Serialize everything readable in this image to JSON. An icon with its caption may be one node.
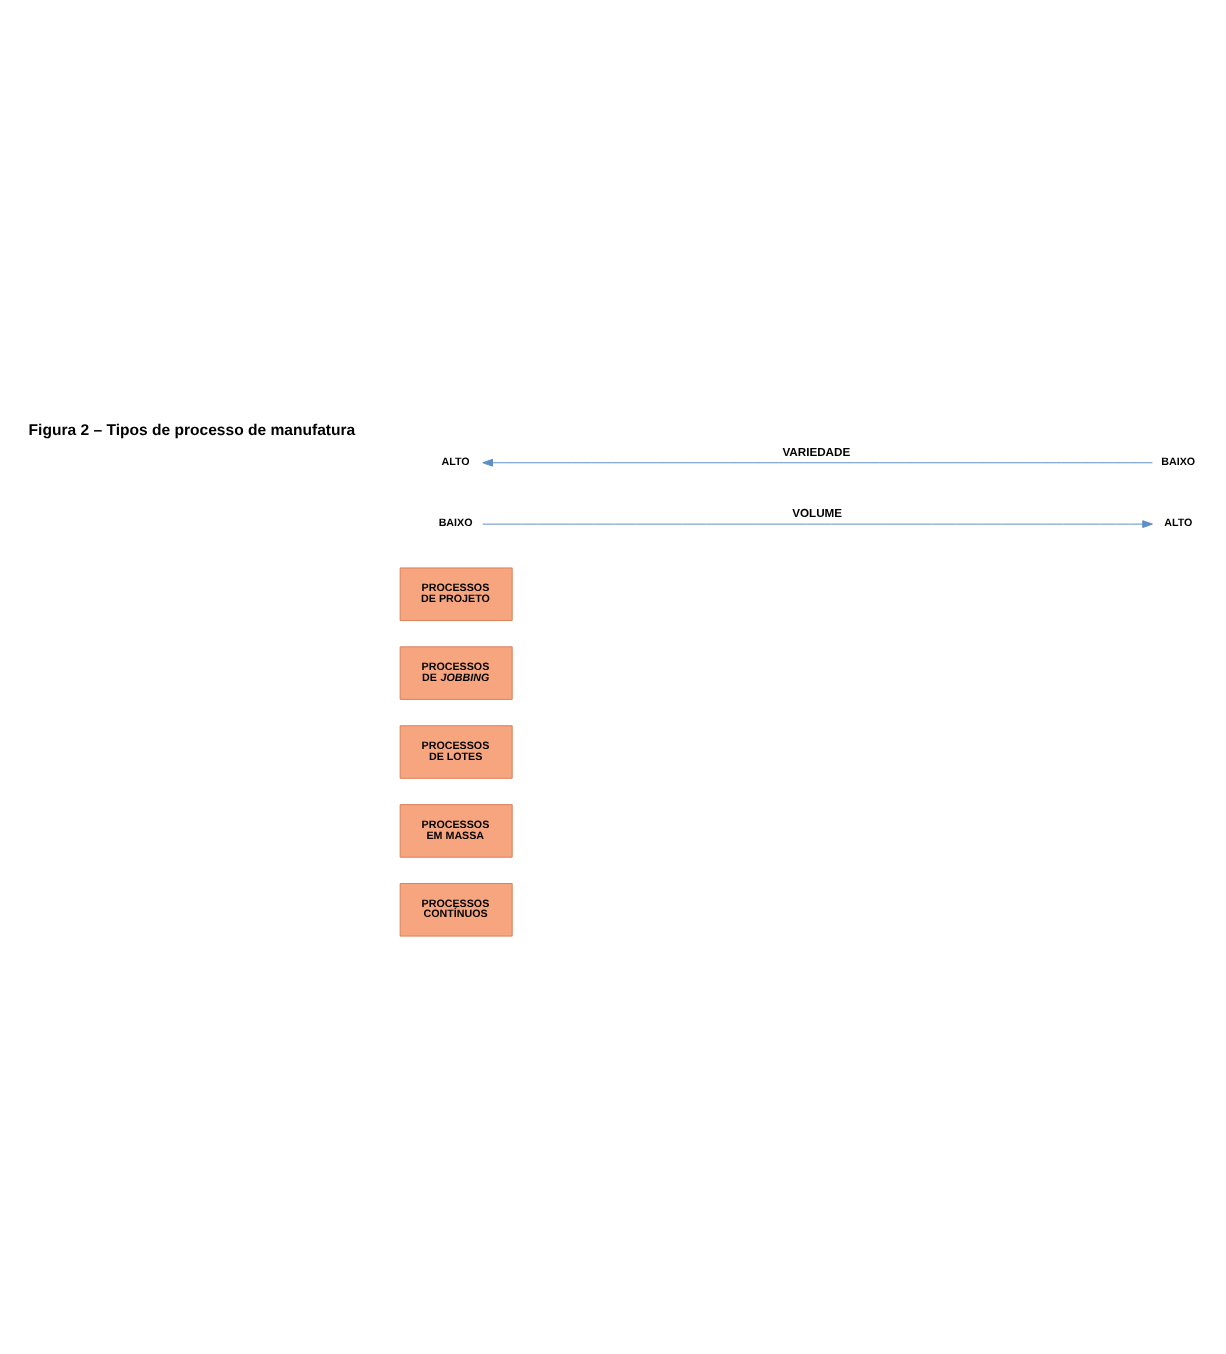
{
  "diagram": {
    "title": "Figura 2 – Tipos de processo de manufatura",
    "nodes": [
      {
        "text": [
          "ALTO"
        ]
      },
      {
        "text": [
          "BAIXO"
        ]
      },
      {
        "text": [
          "BAIXO"
        ]
      },
      {
        "text": [
          "ALTO"
        ]
      },
      {
        "text": [
          "PROCESSOS DE PROJETO"
        ]
      },
      {
        "text": [
          "PROCESSOS DE *JOBBING*"
        ]
      },
      {
        "text": [
          "PROCESSOS DE LOTES"
        ]
      },
      {
        "text": [
          "PROCESSOS EM MASSA"
        ]
      },
      {
        "text": [
          "PROCESSOS CONTÍNUOS"
        ]
      }
    ],
    "edges": [
      {
        "from": 1,
        "to": 0,
        "arrow": "to",
        "label": "VARIEDADE"
      },
      {
        "from": 2,
        "to": 3,
        "arrow": "to",
        "label": "VOLUME"
      }
    ]
  }
}
